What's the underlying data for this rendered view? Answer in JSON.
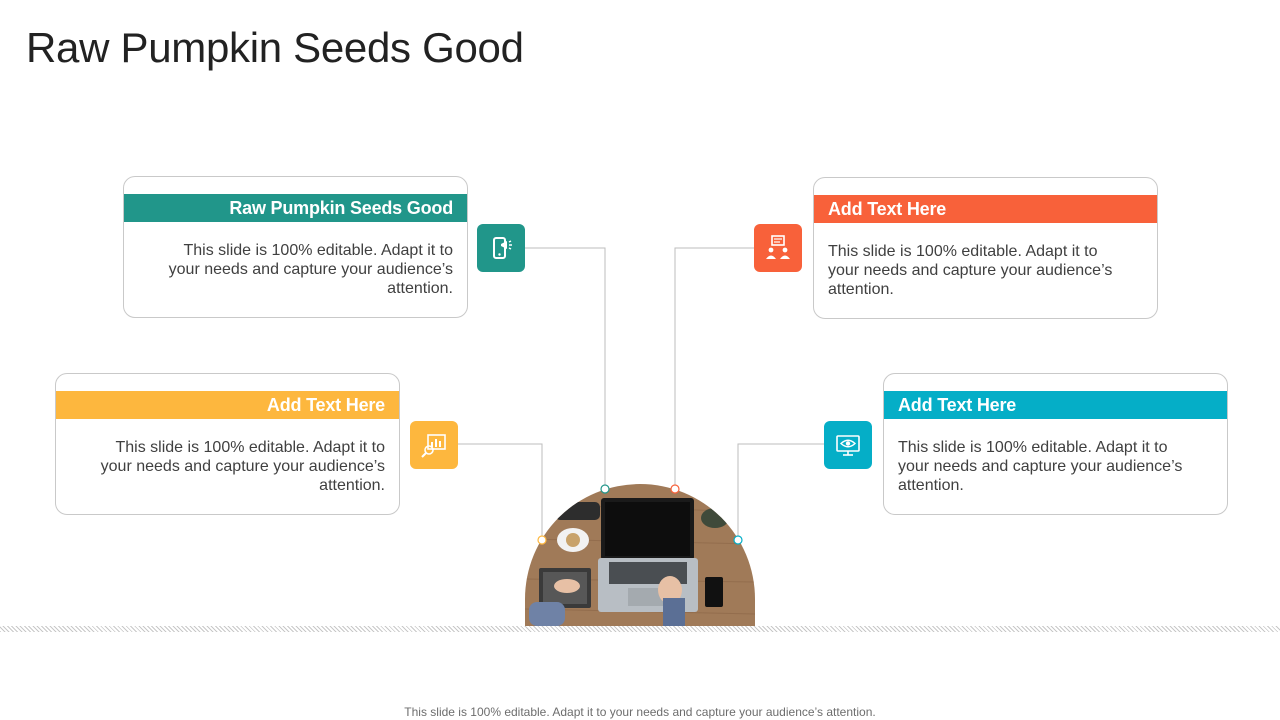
{
  "title": "Raw Pumpkin Seeds Good",
  "cards": [
    {
      "header": "Raw Pumpkin Seeds Good",
      "body": "This slide is 100% editable. Adapt it to your needs and capture your audience’s attention.",
      "color": "#21968a",
      "icon": "smartphone-megaphone-icon"
    },
    {
      "header": "Add Text Here",
      "body": "This slide is 100% editable. Adapt it to your needs and capture your audience’s attention.",
      "color": "#fdb73e",
      "icon": "chart-search-icon"
    },
    {
      "header": "Add Text Here",
      "body": "This slide is 100% editable. Adapt it to your needs and capture your audience’s attention.",
      "color": "#f8613a",
      "icon": "team-presentation-icon"
    },
    {
      "header": "Add Text Here",
      "body": "This slide is 100% editable. Adapt it to your needs and capture your audience’s attention.",
      "color": "#05aec7",
      "icon": "monitor-eye-icon"
    }
  ],
  "footer": "This slide is 100% editable. Adapt it to your needs and capture your audience’s attention."
}
